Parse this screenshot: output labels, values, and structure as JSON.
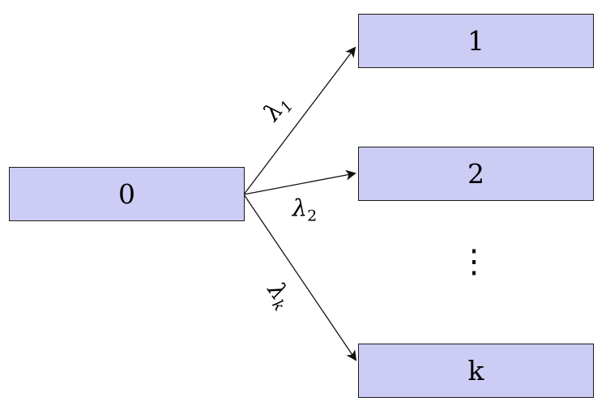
{
  "diagram": {
    "title": "branching-states-diagram",
    "colors": {
      "node_fill": "#ccccf4",
      "node_border": "#1c1c1c",
      "edge_stroke": "#111111",
      "background": "#ffffff"
    },
    "nodes": [
      {
        "id": "0",
        "label": "0"
      },
      {
        "id": "1",
        "label": "1"
      },
      {
        "id": "2",
        "label": "2"
      },
      {
        "id": "k",
        "label": "k"
      }
    ],
    "ellipsis": "⋮",
    "edges": [
      {
        "from": "0",
        "to": "1",
        "symbol": "λ",
        "subscript": "1"
      },
      {
        "from": "0",
        "to": "2",
        "symbol": "λ",
        "subscript": "2"
      },
      {
        "from": "0",
        "to": "k",
        "symbol": "λ",
        "subscript": "k"
      }
    ]
  }
}
